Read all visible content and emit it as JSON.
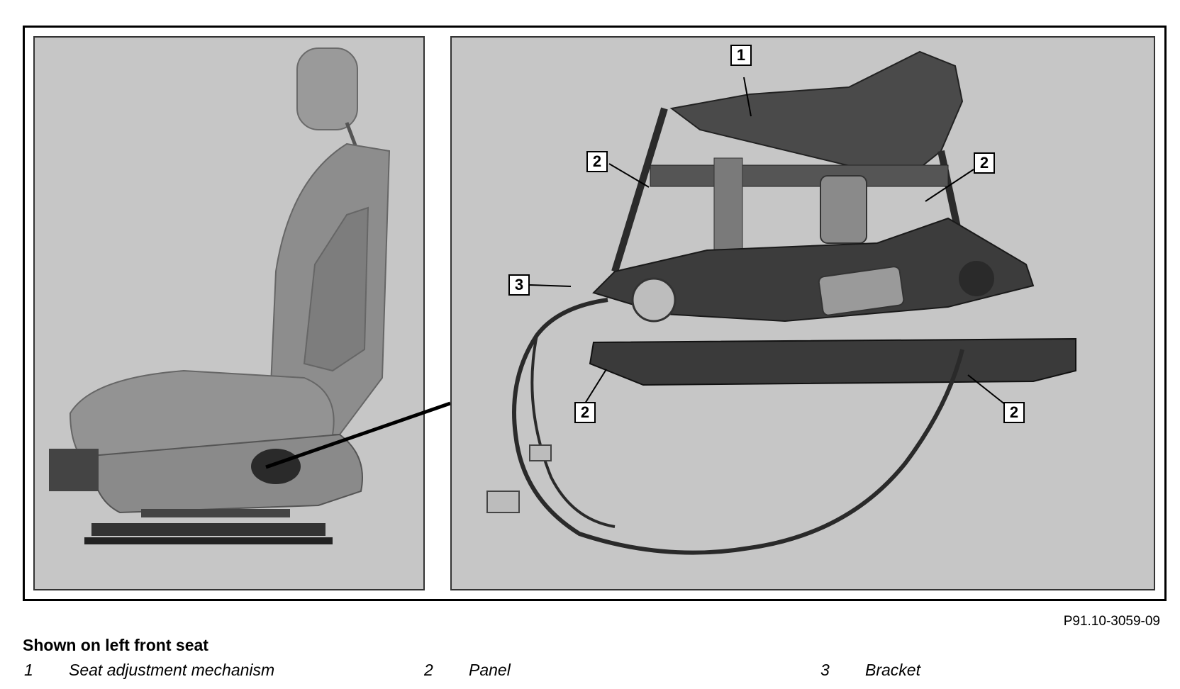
{
  "figure": {
    "code": "P91.10-3059-09",
    "callouts": [
      "1",
      "2",
      "2",
      "3",
      "2",
      "2"
    ]
  },
  "caption": {
    "title": "Shown on left front seat"
  },
  "legend": [
    {
      "number": "1",
      "label": "Seat adjustment mechanism"
    },
    {
      "number": "2",
      "label": "Panel"
    },
    {
      "number": "3",
      "label": "Bracket"
    }
  ],
  "colors": {
    "panel_background": "#c6c6c6",
    "frame": "#000000",
    "seat": "#8e8e8e",
    "metal": "#3a3a3a"
  }
}
